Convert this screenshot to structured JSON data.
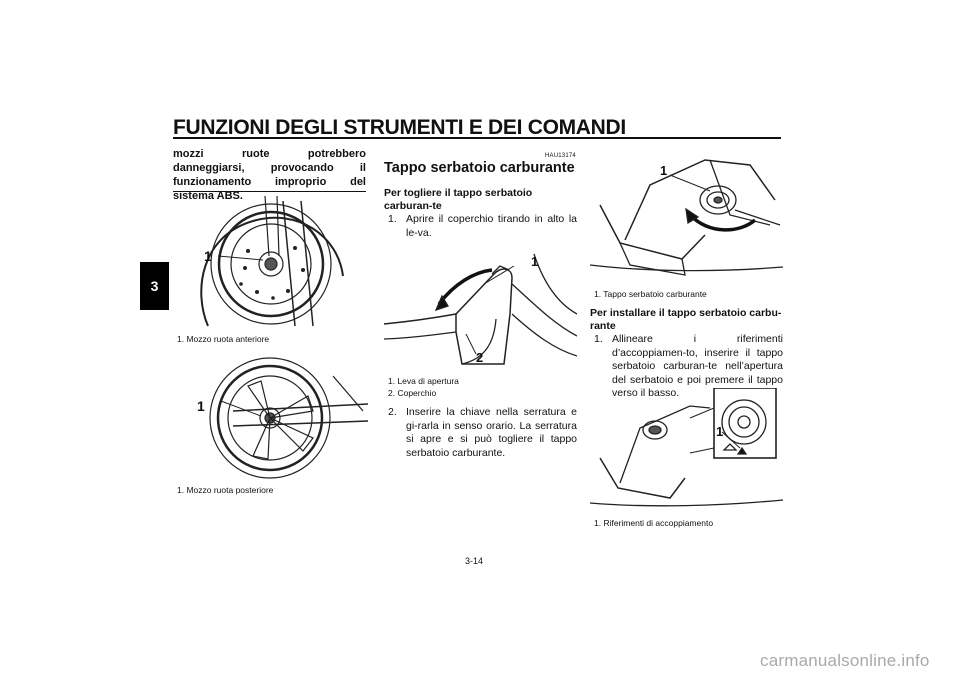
{
  "header": {
    "title": "FUNZIONI DEGLI STRUMENTI E DEI COMANDI",
    "chapter": "3"
  },
  "left_column": {
    "warning_continuation": "mozzi ruote potrebbero danneggiarsi, provocando il funzionamento improprio del sistema ABS.",
    "figure1": {
      "callout": "1",
      "caption": "1. Mozzo ruota anteriore"
    },
    "figure2": {
      "callout": "1",
      "caption": "1. Mozzo ruota posteriore"
    }
  },
  "middle_column": {
    "section_code": "HAU13174",
    "section_title": "Tappo serbatoio carburante",
    "subheading": "Per togliere il tappo serbatoio carburan-te",
    "step1": {
      "num": "1.",
      "text": "Aprire il coperchio tirando in alto la le-va."
    },
    "figure": {
      "callout1": "1",
      "callout2": "2",
      "caption1": "1. Leva di apertura",
      "caption2": "2. Coperchio"
    },
    "step2": {
      "num": "2.",
      "text": "Inserire la chiave nella serratura e gi-rarla in senso orario. La serratura si apre e si può togliere il tappo serbatoio carburante."
    }
  },
  "right_column": {
    "figure1": {
      "callout": "1",
      "caption": "1. Tappo serbatoio carburante"
    },
    "subheading": "Per installare il tappo serbatoio carbu-rante",
    "step1": {
      "num": "1.",
      "text": "Allineare i riferimenti d’accoppiamen-to, inserire il tappo serbatoio carburan-te nell’apertura del serbatoio e poi premere il tappo verso il basso."
    },
    "figure2": {
      "callout": "1",
      "caption": "1. Riferimenti di accoppiamento"
    }
  },
  "footer": {
    "page_number": "3-14",
    "watermark": "carmanualsonline.info"
  }
}
